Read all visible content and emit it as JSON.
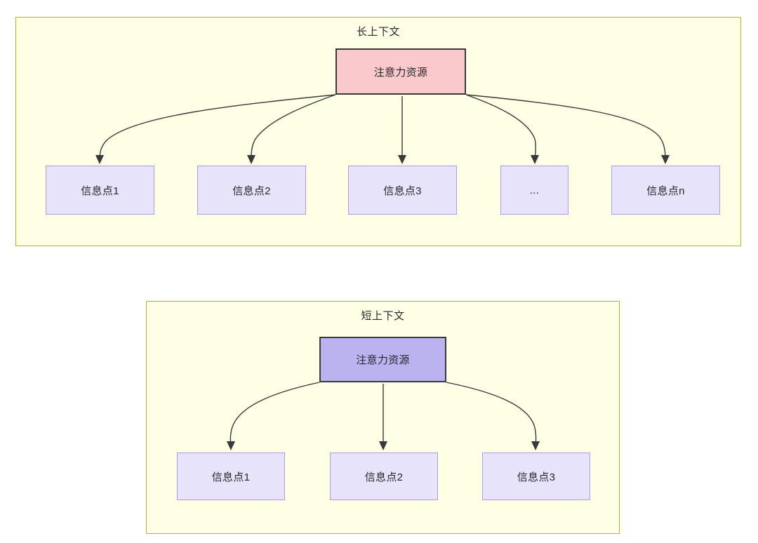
{
  "diagram": {
    "title_long": "长上下文",
    "title_short": "短上下文",
    "colors": {
      "container_fill": "#ffffe6",
      "container_border": "#b5b51f",
      "attention_long_fill": "#f9c9cb",
      "attention_short_fill": "#bbb2f0",
      "attention_border": "#39393b",
      "info_fill": "#e6e3fb",
      "info_border": "#b49bdf",
      "edge_stroke": "#39393b",
      "text": "#26282b"
    },
    "sections": [
      {
        "id": "long-context",
        "label": "长上下文",
        "root": {
          "label": "注意力资源"
        },
        "children": [
          {
            "label": "信息点1"
          },
          {
            "label": "信息点2"
          },
          {
            "label": "信息点3"
          },
          {
            "label": "..."
          },
          {
            "label": "信息点n"
          }
        ]
      },
      {
        "id": "short-context",
        "label": "短上下文",
        "root": {
          "label": "注意力资源"
        },
        "children": [
          {
            "label": "信息点1"
          },
          {
            "label": "信息点2"
          },
          {
            "label": "信息点3"
          }
        ]
      }
    ]
  }
}
